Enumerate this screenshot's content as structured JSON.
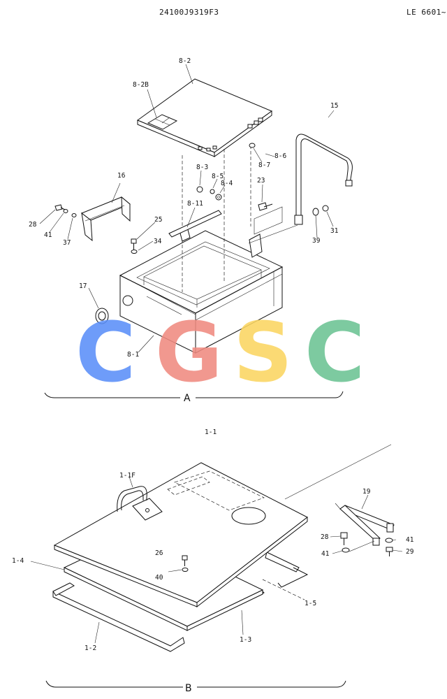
{
  "header": {
    "doc_number": "24100J9319F3",
    "serial_ref": "LE 6601~"
  },
  "sections": {
    "a": {
      "label": "A"
    },
    "b": {
      "label": "B"
    }
  },
  "watermark": {
    "letters": [
      "C",
      "G",
      "S",
      "C"
    ],
    "colors": [
      "#5b8ff9",
      "#f08a80",
      "#fbd661",
      "#6cc394"
    ]
  },
  "parts_a": {
    "p8_2": "8-2",
    "p8_2B": "8-2B",
    "p15": "15",
    "p8_3": "8-3",
    "p8_5": "8-5",
    "p8_4": "8-4",
    "p8_7": "8-7",
    "p8_6": "8-6",
    "p16": "16",
    "p23": "23",
    "p8_11": "8-11",
    "p28": "28",
    "p41": "41",
    "p37": "37",
    "p25": "25",
    "p34": "34",
    "p31": "31",
    "p39": "39",
    "p17": "17",
    "p8_1": "8-1"
  },
  "parts_b": {
    "p1_1": "1-1",
    "p1_1F": "1-1F",
    "p19": "19",
    "p28": "28",
    "p41_right": "41",
    "p41_left": "41",
    "p29": "29",
    "p26": "26",
    "p40": "40",
    "p1_4": "1-4",
    "p1_5": "1-5",
    "p1_3": "1-3",
    "p1_2": "1-2"
  }
}
